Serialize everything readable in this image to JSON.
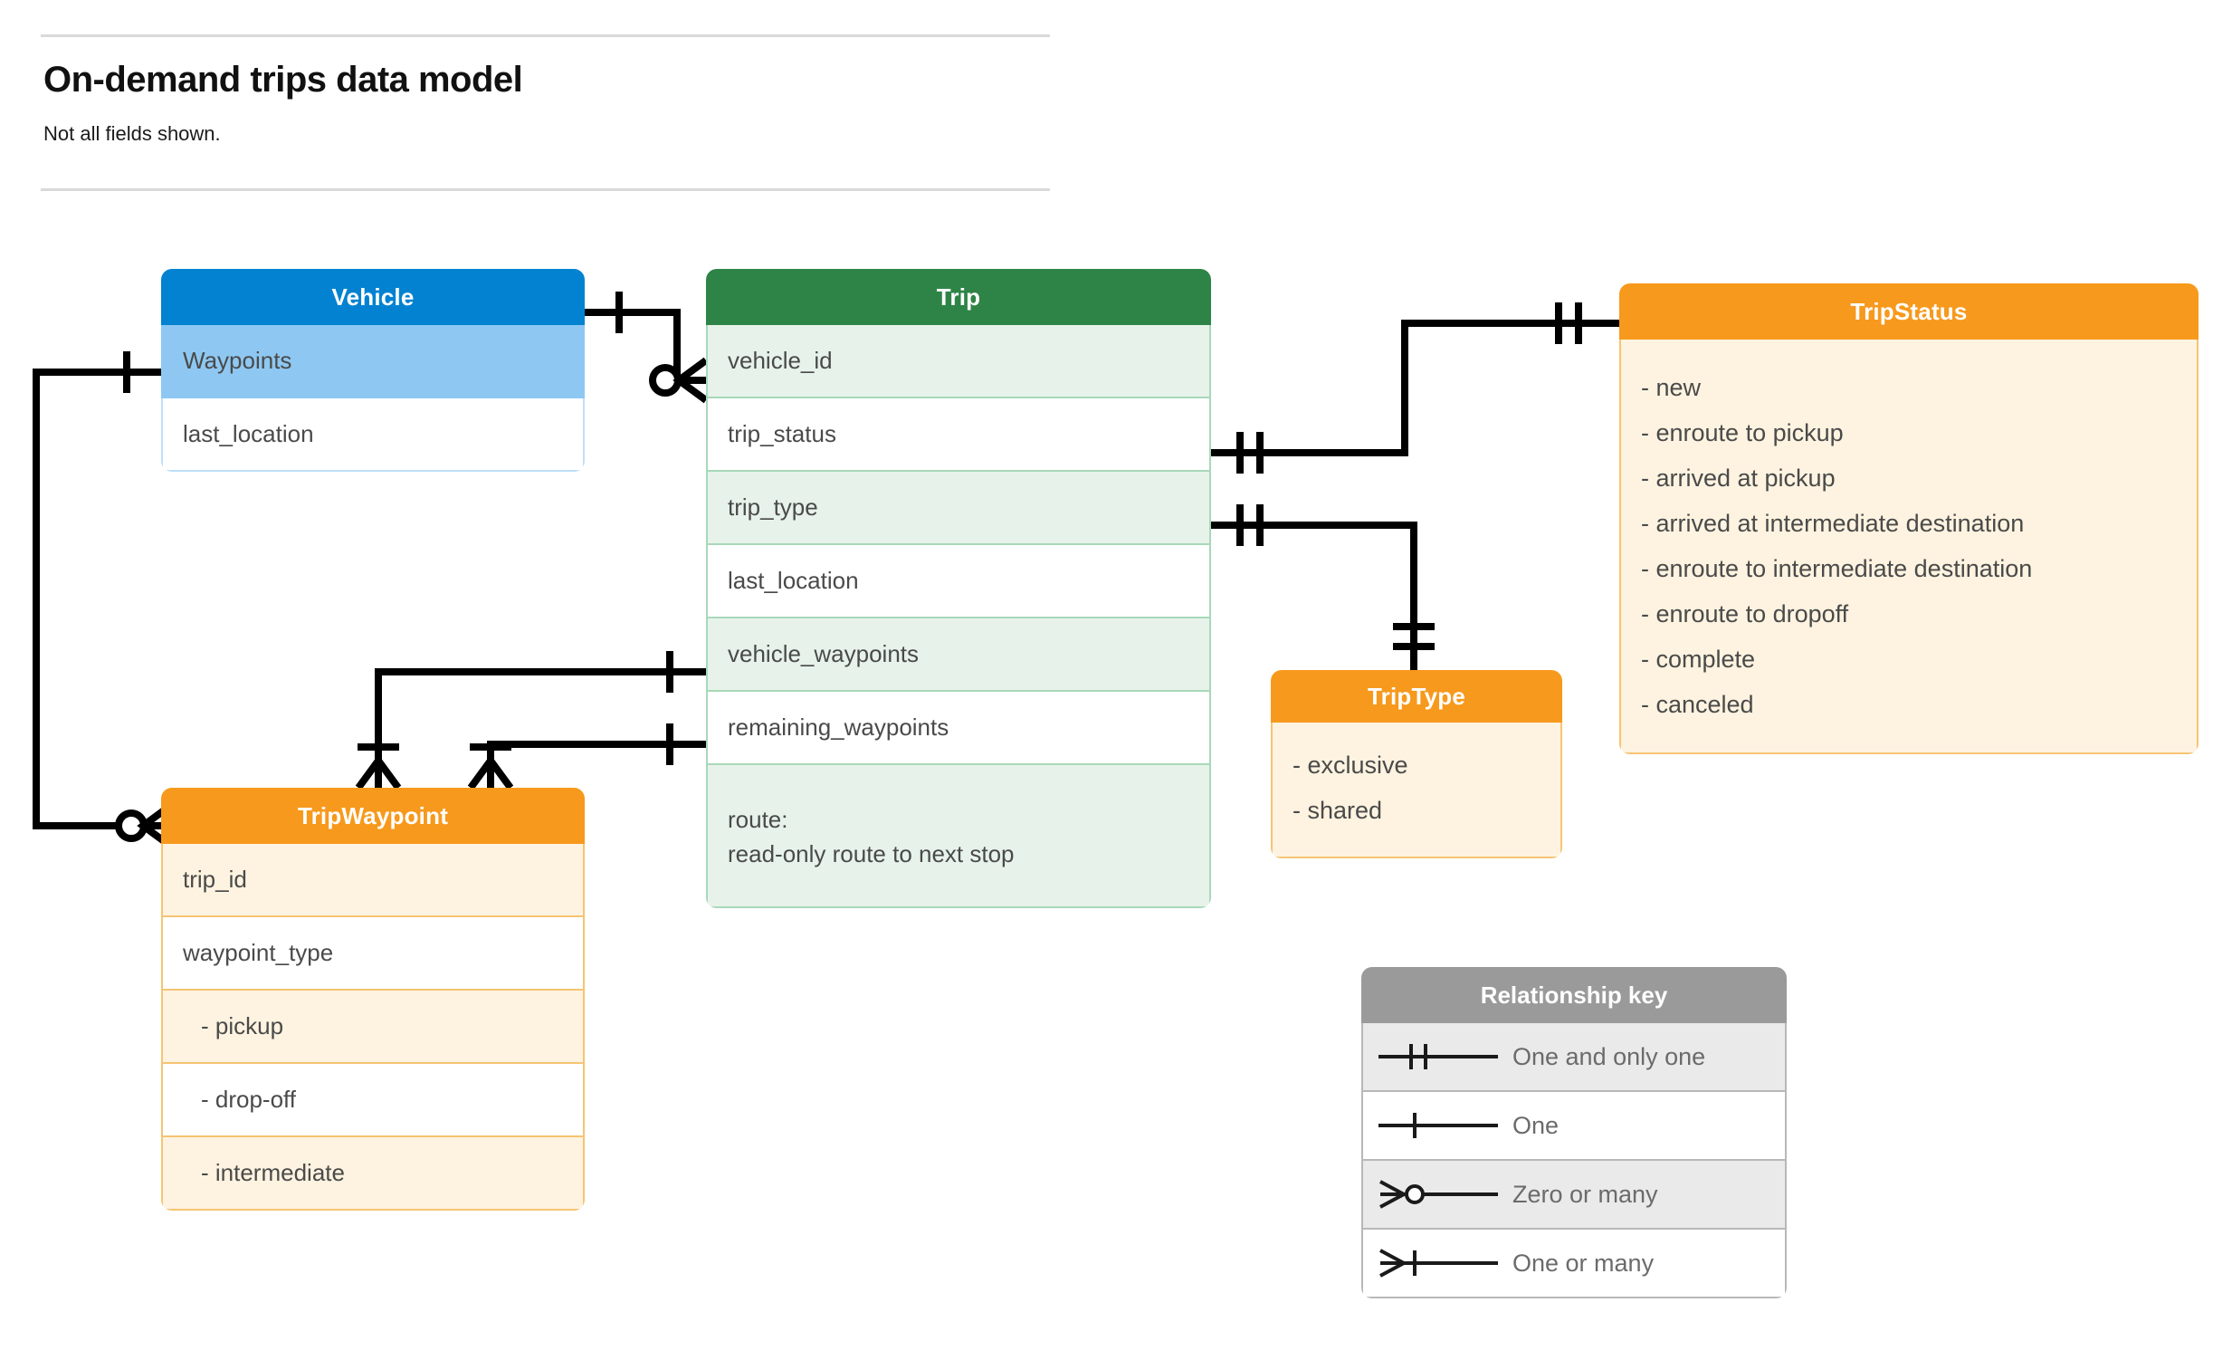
{
  "header": {
    "title": "On-demand trips data model",
    "subtitle": "Not all fields shown."
  },
  "entities": {
    "vehicle": {
      "name": "Vehicle",
      "header_color": "#0282D0",
      "rows": [
        {
          "label": "Waypoints"
        },
        {
          "label": "last_location"
        }
      ]
    },
    "trip": {
      "name": "Trip",
      "header_color": "#2E8446",
      "rows": [
        {
          "label": "vehicle_id"
        },
        {
          "label": "trip_status"
        },
        {
          "label": "trip_type"
        },
        {
          "label": "last_location"
        },
        {
          "label": "vehicle_waypoints"
        },
        {
          "label": "remaining_waypoints"
        },
        {
          "label": "route:",
          "label2": "read-only route to next stop"
        }
      ]
    },
    "trip_status": {
      "name": "TripStatus",
      "header_color": "#F7991C",
      "values": [
        "- new",
        "- enroute to pickup",
        "- arrived at pickup",
        "- arrived at intermediate destination",
        "- enroute to intermediate destination",
        "- enroute to dropoff",
        "- complete",
        "- canceled"
      ]
    },
    "trip_type": {
      "name": "TripType",
      "header_color": "#F7991C",
      "values": [
        "- exclusive",
        "- shared"
      ]
    },
    "trip_waypoint": {
      "name": "TripWaypoint",
      "header_color": "#F7991C",
      "rows": [
        {
          "label": "trip_id"
        },
        {
          "label": "waypoint_type"
        },
        {
          "label": "-  pickup"
        },
        {
          "label": "-  drop-off"
        },
        {
          "label": "-  intermediate"
        }
      ]
    }
  },
  "legend": {
    "title": "Relationship key",
    "rows": [
      {
        "symbol": "one-and-only-one-icon",
        "label": "One and only one"
      },
      {
        "symbol": "one-icon",
        "label": "One"
      },
      {
        "symbol": "zero-or-many-icon",
        "label": "Zero or many"
      },
      {
        "symbol": "one-or-many-icon",
        "label": "One or many"
      }
    ]
  },
  "relationships": [
    {
      "from": "vehicle.header",
      "to": "trip.vehicle_id",
      "from_cardinality": "one",
      "to_cardinality": "zero-or-many"
    },
    {
      "from": "vehicle.Waypoints",
      "to": "trip_waypoint.header",
      "from_cardinality": "one",
      "to_cardinality": "zero-or-many"
    },
    {
      "from": "trip.trip_status",
      "to": "trip_status.header",
      "from_cardinality": "one-and-only-one",
      "to_cardinality": "one-and-only-one"
    },
    {
      "from": "trip.trip_type",
      "to": "trip_type.header",
      "from_cardinality": "one-and-only-one",
      "to_cardinality": "one-and-only-one"
    },
    {
      "from": "trip.vehicle_waypoints",
      "to": "trip_waypoint.header",
      "from_cardinality": "one",
      "to_cardinality": "one-or-many"
    },
    {
      "from": "trip.remaining_waypoints",
      "to": "trip_waypoint.header",
      "from_cardinality": "one",
      "to_cardinality": "one-or-many"
    }
  ]
}
